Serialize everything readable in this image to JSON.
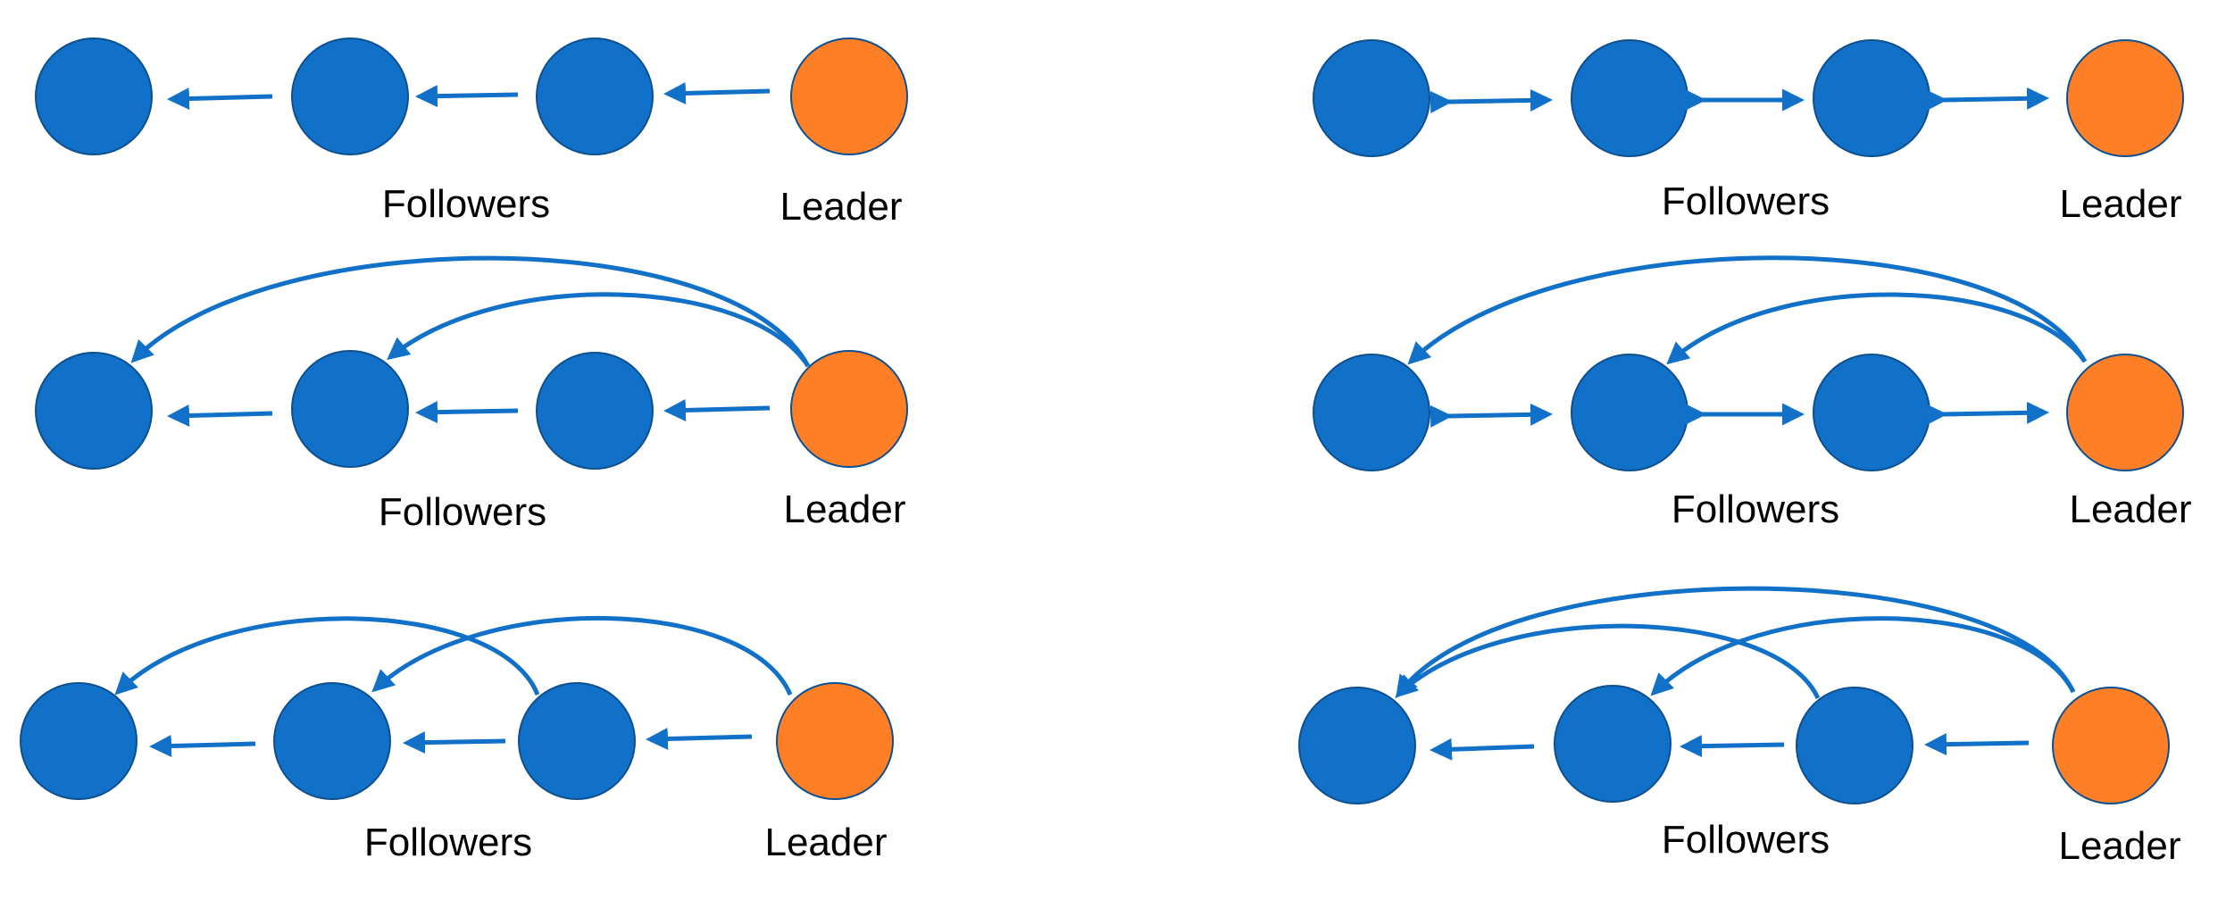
{
  "colors": {
    "follower": "#1170C8",
    "leader": "#FF7F27",
    "edge": "#1170C8",
    "node_outline": "#0E4F8E"
  },
  "labels": {
    "followers": "Followers",
    "leader": "Leader"
  },
  "panels": [
    {
      "id": "p1",
      "chain": "one-way",
      "extra_edges": []
    },
    {
      "id": "p2",
      "chain": "two-way",
      "extra_edges": []
    },
    {
      "id": "p3",
      "chain": "one-way",
      "extra_edges": [
        [
          "Leader",
          "Follower 1"
        ],
        [
          "Leader",
          "Follower 2"
        ]
      ]
    },
    {
      "id": "p4",
      "chain": "two-way",
      "extra_edges": [
        [
          "Leader",
          "Follower 1"
        ],
        [
          "Leader",
          "Follower 2"
        ]
      ]
    },
    {
      "id": "p5",
      "chain": "one-way",
      "extra_edges": [
        [
          "Leader",
          "Follower 2"
        ],
        [
          "Follower 3",
          "Follower 1"
        ]
      ]
    },
    {
      "id": "p6",
      "chain": "one-way",
      "extra_edges": [
        [
          "Leader",
          "Follower 1"
        ],
        [
          "Leader",
          "Follower 2"
        ],
        [
          "Follower 3",
          "Follower 1"
        ]
      ]
    }
  ]
}
